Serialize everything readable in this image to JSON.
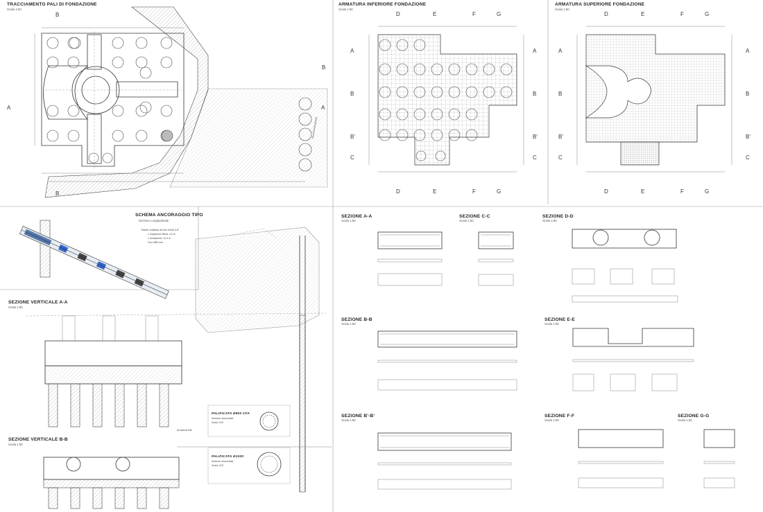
{
  "panels": {
    "tracciamento": {
      "title": "TRACCIAMENTO PALI DI FONDAZIONE",
      "scale": "Scala 1:50",
      "pile_label": "PALIFICATA Ø1000"
    },
    "armatura_inf": {
      "title": "ARMATURA INFERIORE FONDAZIONE",
      "scale": "Scala 1:50"
    },
    "armatura_sup": {
      "title": "ARMATURA SUPERIORE FONDAZIONE",
      "scale": "Scala 1:50"
    },
    "ancoraggio": {
      "title": "SCHEMA ANCORAGGIO TIPO",
      "subtitle": "Sezione Longitudinale",
      "note_lines": [
        "Tirante costituito da due trefoli 0,6\"",
        "L lunghezza libera: 4,0 m",
        "L fondazione: 11,0 m",
        "Foro Ø80 mm"
      ]
    },
    "sez_vert_aa": {
      "title": "SEZIONE VERTICALE A-A",
      "scale": "Scala 1:50",
      "note": "Armatura Pali"
    },
    "sez_vert_bb": {
      "title": "SEZIONE VERTICALE B-B",
      "scale": "Scala 1:50"
    },
    "palificata_800": {
      "title": "PALIFICATA Ø800 CFA",
      "sub": "Sezione orizzontale",
      "scale": "Scala 1/10"
    },
    "palificata_1000": {
      "title": "PALIFICATA Ø1000",
      "sub": "Sezione orizzontale",
      "scale": "Scala 1/10"
    },
    "sez_aa": {
      "title": "SEZIONE A-A",
      "scale": "Scala 1:50"
    },
    "sez_cc": {
      "title": "SEZIONE C-C",
      "scale": "Scala 1:50"
    },
    "sez_dd": {
      "title": "SEZIONE D-D",
      "scale": "Scala 1:50"
    },
    "sez_bb": {
      "title": "SEZIONE B-B",
      "scale": "Scala 1:50"
    },
    "sez_ee": {
      "title": "SEZIONE E-E",
      "scale": "Scala 1:50"
    },
    "sez_b1b1": {
      "title": "SEZIONE B'-B'",
      "scale": "Scala 1:50"
    },
    "sez_ff": {
      "title": "SEZIONE F-F",
      "scale": "Scala 1:50"
    },
    "sez_gg": {
      "title": "SEZIONE G-G",
      "scale": "Scala 1:50"
    }
  },
  "markers": {
    "a": "A",
    "b": "B",
    "b1": "B'",
    "c": "C",
    "d": "D",
    "e": "E",
    "f": "F",
    "g": "G"
  }
}
